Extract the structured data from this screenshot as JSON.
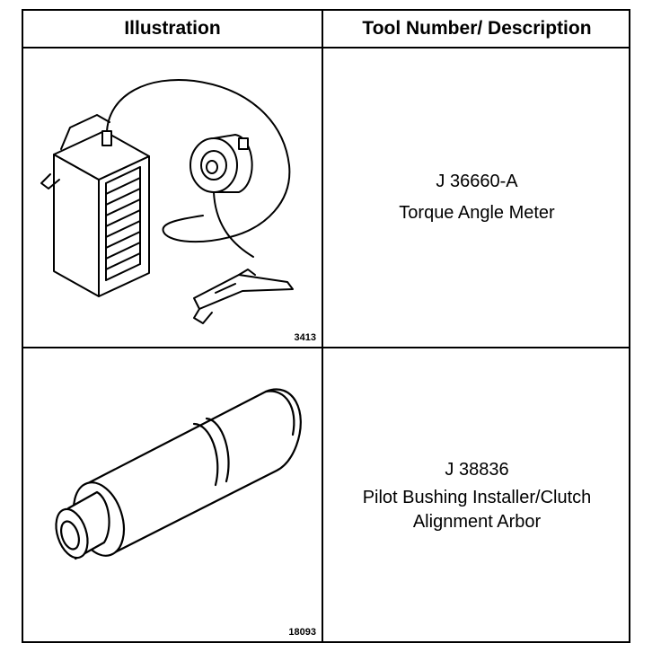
{
  "table": {
    "headers": {
      "illustration": "Illustration",
      "tool": "Tool Number/ Description"
    },
    "rows": [
      {
        "figure_number": "3413",
        "tool_number": "J 36660-A",
        "description_lines": [
          "Torque Angle Meter"
        ],
        "icon": "torque-angle-meter-icon"
      },
      {
        "figure_number": "18093",
        "tool_number": "J 38836",
        "description_lines": [
          "Pilot Bushing Installer/Clutch",
          "Alignment Arbor"
        ],
        "icon": "clutch-alignment-arbor-icon"
      }
    ]
  },
  "colors": {
    "line": "#000000",
    "background": "#ffffff"
  }
}
